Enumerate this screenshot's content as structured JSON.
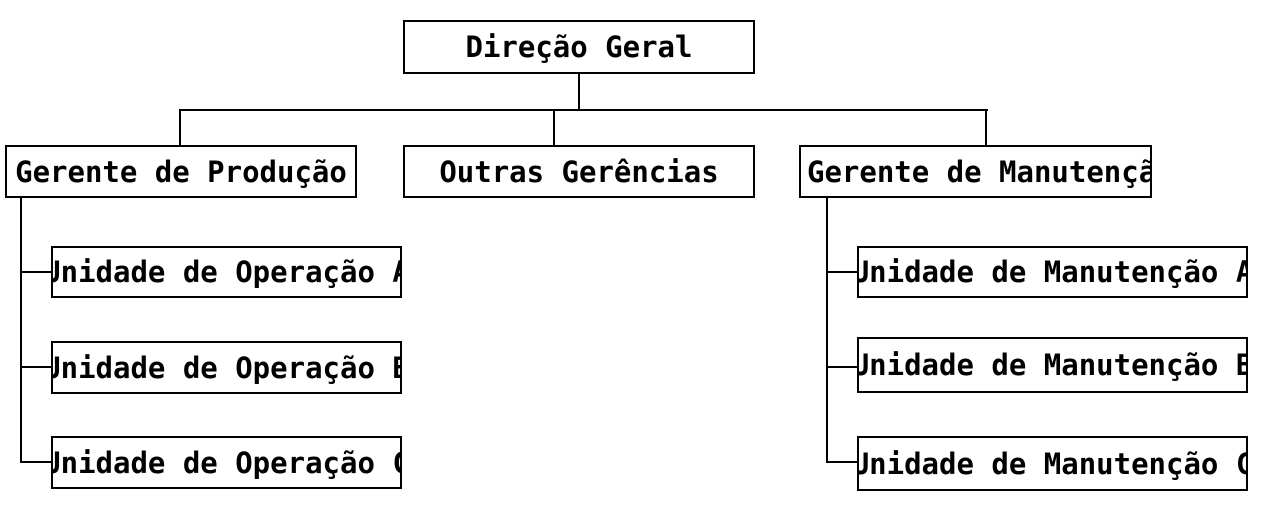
{
  "org_chart": {
    "root": "Direção Geral",
    "managers": [
      "Gerente de Produção",
      "Outras Gerências",
      "Gerente de Manutenção"
    ],
    "production_units": [
      "Unidade de Operação A",
      "Unidade de Operação B",
      "Unidade de Operação C"
    ],
    "maintenance_units": [
      "Unidade de Manutenção A",
      "Unidade de Manutenção B",
      "Unidade de Manutenção C"
    ]
  }
}
